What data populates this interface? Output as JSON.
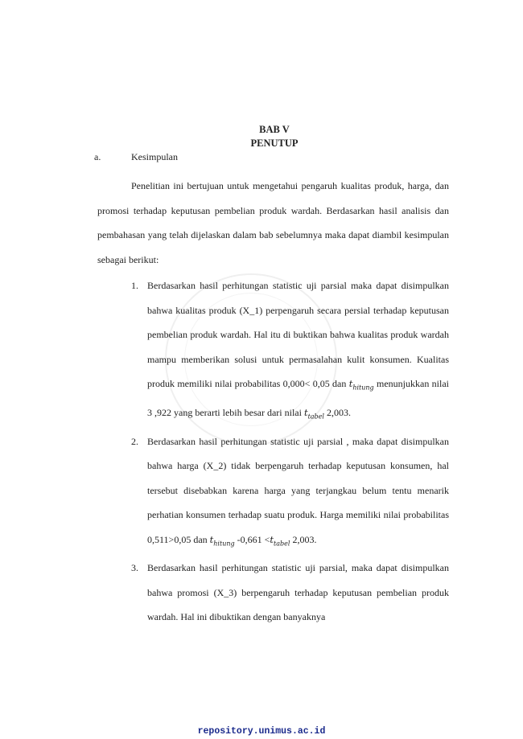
{
  "heading": {
    "chapter": "BAB V",
    "title": "PENUTUP"
  },
  "section": {
    "letter": "a.",
    "title": "Kesimpulan"
  },
  "intro": "Penelitian ini bertujuan untuk mengetahui pengaruh kualitas produk, harga, dan promosi terhadap keputusan pembelian produk wardah. Berdasarkan hasil analisis dan pembahasan yang telah dijelaskan dalam bab sebelumnya maka dapat diambil kesimpulan sebagai berikut:",
  "items": [
    {
      "num": "1.",
      "a": "Berdasarkan hasil perhitungan statistic uji parsial maka dapat disimpulkan bahwa kualitas produk (X_1)  perpengaruh secara persial terhadap keputusan pembelian produk wardah. Hal itu di buktikan bahwa kualitas produk wardah mampu memberikan solusi untuk permasalahan kulit konsumen. Kualitas produk memiliki nilai probabilitas 0,000< 0,05 dan ",
      "s1": "hitung",
      "b": " menunjukkan nilai 3 ,922 yang berarti lebih besar dari nilai ",
      "s2": "tabel",
      "c": " 2,003."
    },
    {
      "num": "2.",
      "a": "Berdasarkan hasil perhitungan statistic uji parsial , maka dapat disimpulkan bahwa harga (X_2) tidak berpengaruh terhadap keputusan konsumen, hal tersebut disebabkan karena harga yang terjangkau belum tentu menarik perhatian konsumen terhadap suatu produk. Harga memiliki nilai probabilitas 0,511>0,05 dan ",
      "s1": "hitung",
      "b": " -0,661 <",
      "s2": "tabel",
      "c": " 2,003."
    },
    {
      "num": "3.",
      "a": "Berdasarkan hasil perhitungan statistic uji parsial, maka dapat disimpulkan bahwa promosi (X_3) berpengaruh terhadap keputusan pembelian produk wardah. Hal ini dibuktikan dengan banyaknya"
    }
  ],
  "footer": "repository.unimus.ac.id"
}
